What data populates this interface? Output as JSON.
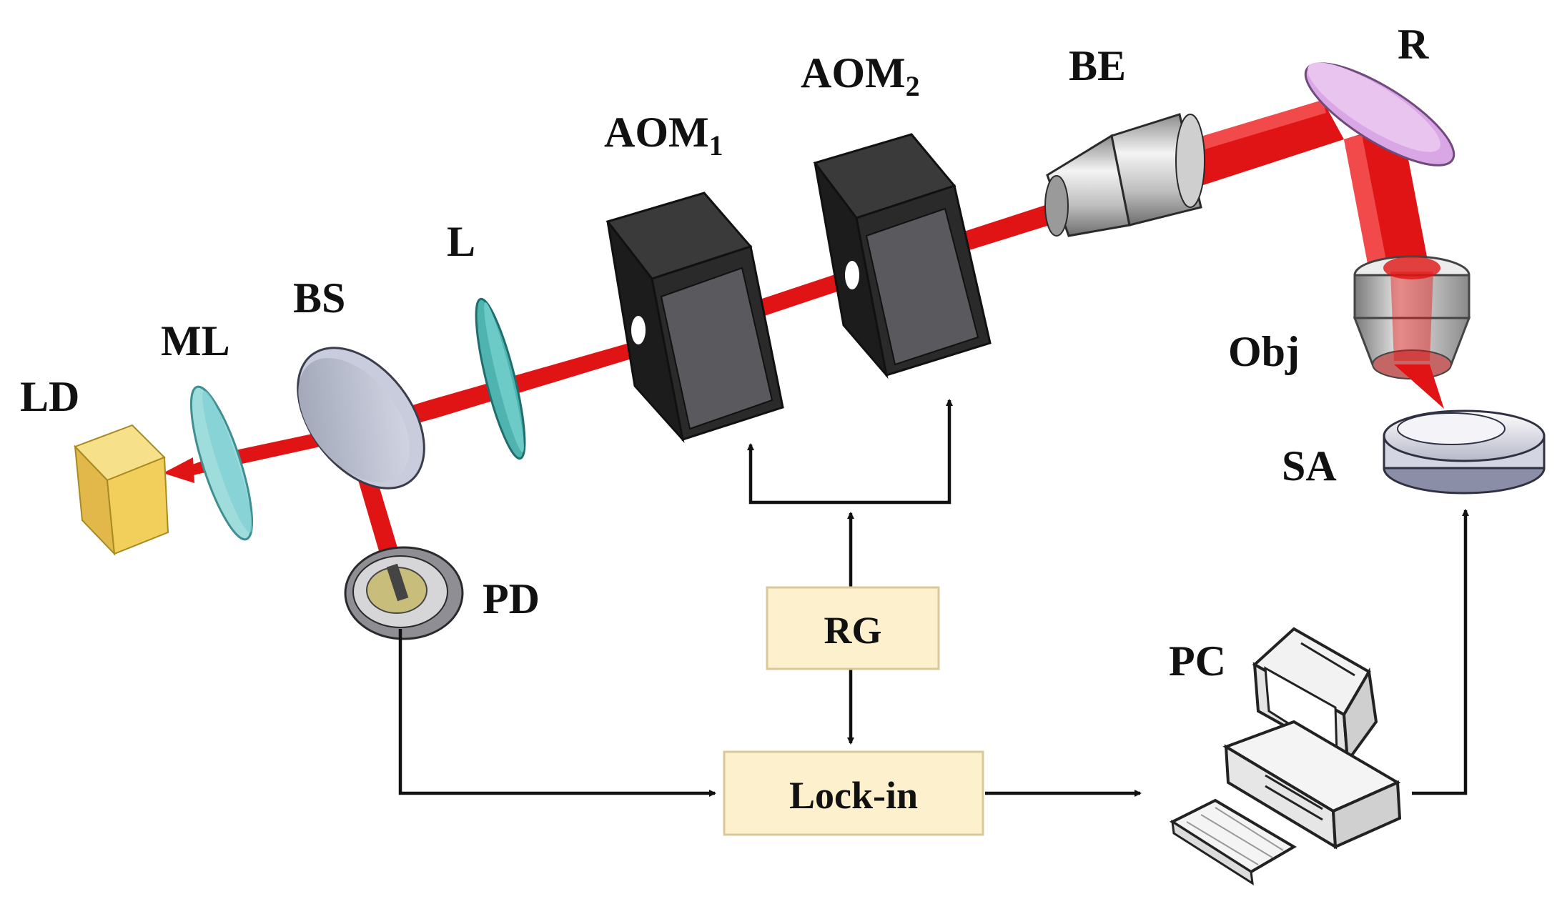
{
  "labels": {
    "ld": "LD",
    "ml": "ML",
    "bs": "BS",
    "l": "L",
    "aom": "AOM",
    "aom1_sub": "1",
    "aom2_sub": "2",
    "be": "BE",
    "r": "R",
    "obj": "Obj",
    "sa": "SA",
    "pd": "PD",
    "pc": "PC"
  },
  "boxes": {
    "rg": "RG",
    "lockin": "Lock-in"
  },
  "colors": {
    "beam": "#e01414",
    "beam_dark": "#a80808",
    "box_fill": "#fdf0cc",
    "box_stroke": "#d9c99a",
    "aom_body": "#2b2b2b",
    "aom_face": "#555559",
    "mirror": "#d9a6e6",
    "lens_teal": "#7fd0d2",
    "ld_yellow": "#f2d35c"
  }
}
